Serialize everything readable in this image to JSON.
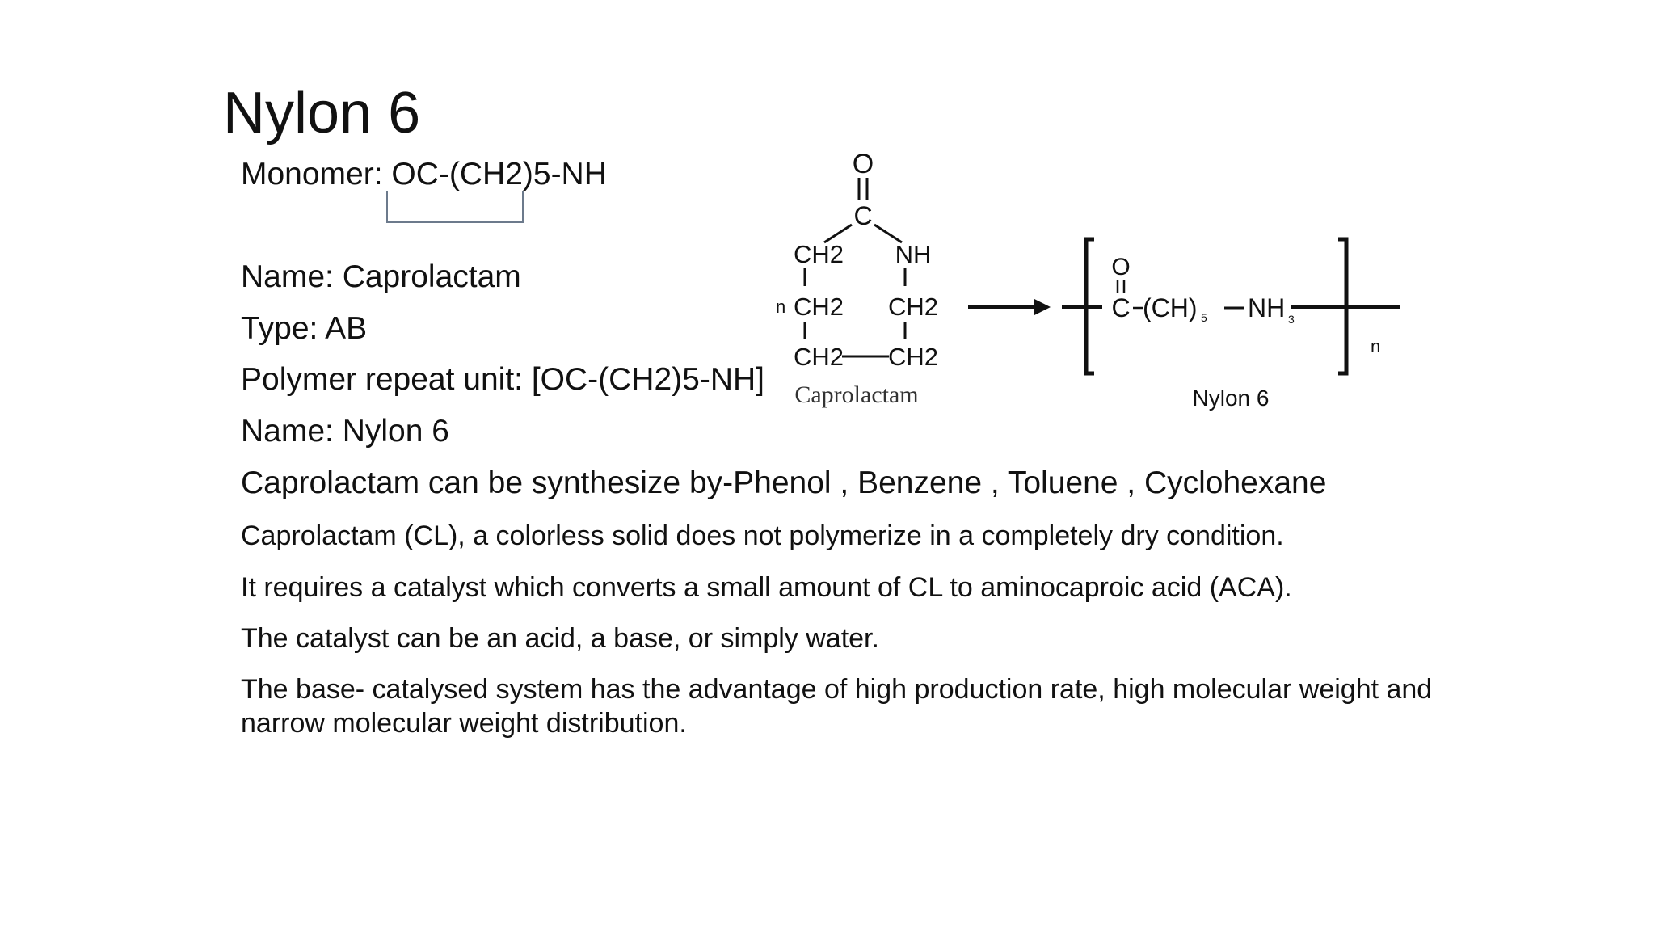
{
  "slide": {
    "title": "Nylon 6",
    "monomer": "Monomer: OC-(CH2)5-NH",
    "name_monomer": "Name: Caprolactam",
    "type": "Type: AB",
    "repeat_unit": "Polymer repeat unit: [OC-(CH2)5-NH]",
    "name_polymer": "Name: Nylon 6",
    "synthesis": "Caprolactam can be synthesize by-Phenol , Benzene , Toluene , Cyclohexane",
    "para1": "Caprolactam (CL), a colorless solid does not polymerize in a completely dry condition.",
    "para2": "It requires a catalyst which converts a small amount of CL to aminocaproic acid (ACA).",
    "para3": "The catalyst can be an acid, a base, or simply water.",
    "para4": "The base- catalysed system has the advantage of high production rate, high molecular weight and narrow molecular weight distribution."
  },
  "diagram": {
    "ring": {
      "o": "O",
      "c": "C",
      "ch2_top": "CH2",
      "nh": "NH",
      "n_mult": "n",
      "ch2_left_mid": "CH2",
      "ch2_right_mid": "CH2",
      "ch2_left_bot": "CH2",
      "ch2_right_bot": "CH2",
      "caption": "Caprolactam"
    },
    "polymer": {
      "o": "O",
      "c": "C",
      "ch_group": "(CH)",
      "ch_sub": "5",
      "nh": "NH",
      "nh_sub": "3",
      "n_repeat": "n",
      "caption": "Nylon 6"
    }
  }
}
